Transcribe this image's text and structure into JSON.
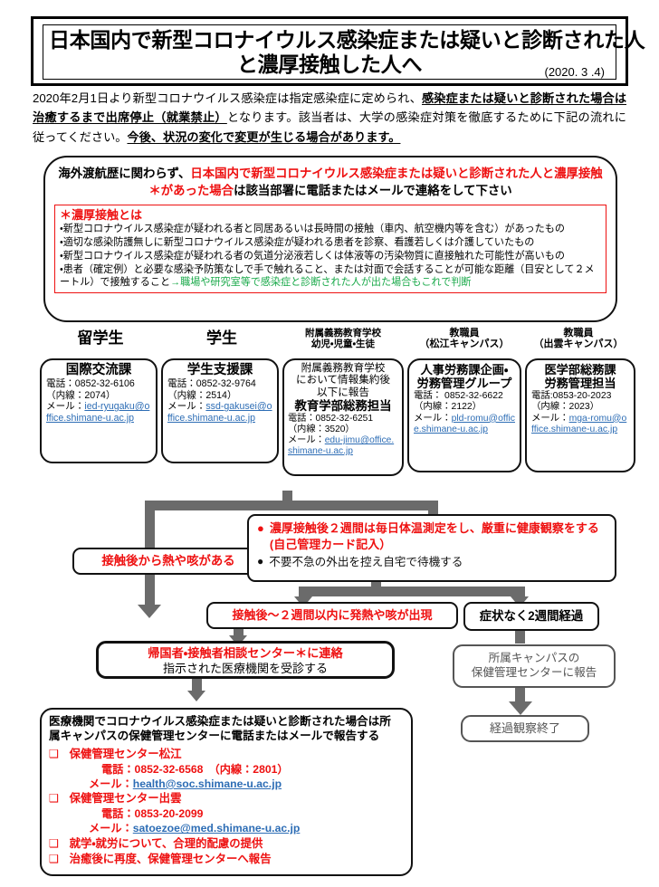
{
  "title": {
    "line1": "日本国内で新型コロナイウルス感染症または疑いと診断された人",
    "line2": "と濃厚接触した人へ",
    "date": "(2020. 3 .4)"
  },
  "intro": {
    "p1": "2020年2月1日より新型コロナウイルス感染症は指定感染症に定められ、",
    "p2_bold_underline": "感染症または疑いと診断された場合は治癒するまで出席停止（就業禁止）",
    "p3": "となります。該当者は、大学の感染症対策を徹底するために下記の流れに従ってください。",
    "p4_bold_underline": "今後、状況の変化で変更が生じる場合があります。"
  },
  "alert": {
    "head_1": "海外渡航歴に関わらず、",
    "head_red_1": "日本国内で新型コロナイウルス感染症または疑いと診断された人と濃厚接触＊があった場合",
    "head_2": "は該当部署に電話またはメールで連絡をして下さい",
    "def_title": "＊濃厚接触とは",
    "def_items": [
      "・新型コロナウイルス感染症が疑われる者と同居あるいは長時間の接触（車内、航空機内等を含む）があったもの",
      "・適切な感染防護無しに新型コロナウイルス感染症が疑われる患者を診察、看護若しくは介護していたもの",
      "・新型コロナウイルス感染症が疑われる者の気道分泌液若しくは体液等の汚染物質に直接触れた可能性が高いもの"
    ],
    "def_last_black": "・患者（確定例）と必要な感染予防策なしで手で触れること、または対面で会話することが可能な距離（目安として２メートル）で接触すること",
    "def_last_green": "→職場や研究室等で感染症と診断された人が出た場合もこれで判断"
  },
  "contacts": [
    {
      "caption": "留学生",
      "dept": "国際交流課",
      "tel": "電話：0852-32-6106",
      "ext": "（内線：2074）",
      "mail_label": "メール：",
      "mail": "ied-ryugaku@office.shimane-u.ac.jp"
    },
    {
      "caption": "学生",
      "dept": "学生支援課",
      "tel": "電話：0852-32-9764",
      "ext": "（内線：2514）",
      "mail_label": "メール：",
      "mail": "ssd-gakusei@office.shimane-u.ac.jp"
    },
    {
      "caption_line1": "附属義務教育学校",
      "caption_line2": "幼児・児童・生徒",
      "pre1": "附属義務教育学校",
      "pre2": "において情報集約後",
      "pre3": "以下に報告",
      "dept": "教育学部総務担当",
      "tel": "電話：0852-32-6251",
      "ext": "（内線：3520）",
      "mail_label": "メール：",
      "mail": "edu-jimu@office.shimane-u.ac.jp"
    },
    {
      "caption_line1": "教職員",
      "caption_line2": "（松江キャンパス）",
      "dept_line1": "人事労務課企画・",
      "dept_line2": "労務管理グループ",
      "tel": "電話： 0852-32-6622",
      "ext": "（内線：2122）",
      "mail_label": "メール：",
      "mail": "pld-romu@office.shimane-u.ac.jp"
    },
    {
      "caption_line1": "教職員",
      "caption_line2": "（出雲キャンパス）",
      "dept_line1": "医学部総務課",
      "dept_line2": "労務管理担当",
      "tel": "電話:0853-20-2023",
      "ext": "（内線：2023）",
      "mail_label": "メール：",
      "mail": "mga-romu@office.shimane-u.ac.jp"
    }
  ],
  "flow": {
    "fever_box": "接触後から熱や咳がある",
    "monitor_bullet1": "濃厚接触後２週間は毎日体温測定をし、厳重に健康観察をする(自己管理カード記入）",
    "monitor_bullet2": "不要不急の外出を控え自宅で待機する",
    "onset_box": "接触後〜２週間以内に発熱や咳が出現",
    "no_symptom_box": "症状なく2週間経過",
    "consult_red": "帰国者・接触者相談センター＊に連絡",
    "consult_black": "指示された医療機関を受診する",
    "report_campus_line1": "所属キャンパスの",
    "report_campus_line2": "保健管理センターに報告",
    "observation_end": "経過観察終了"
  },
  "bottom": {
    "head_line1": "医療機関でコロナウイルス感染症または疑いと診断された場合は所",
    "head_line2": "属キャンパスの保健管理センターに電話またはメールで報告する",
    "bullet": "❑",
    "item1": "保健管理センター松江",
    "item1_tel": "電話：0852-32-6568　（内線：2801）",
    "item1_mail_label": "メール：",
    "item1_mail": "health@soc.shimane-u.ac.jp",
    "item2": "保健管理センター出雲",
    "item2_tel": "電話：0853-20-2099",
    "item2_mail_label": "メール：",
    "item2_mail": "satoezoe@med.shimane-u.ac.jp",
    "item3": "就学・就労について、合理的配慮の提供",
    "item4": "治癒後に再度、保健管理センターへ報告"
  },
  "colors": {
    "red": "#ee1111",
    "green": "#1aa94a",
    "link": "#2d6db5",
    "connector": "#6b6b6b"
  }
}
